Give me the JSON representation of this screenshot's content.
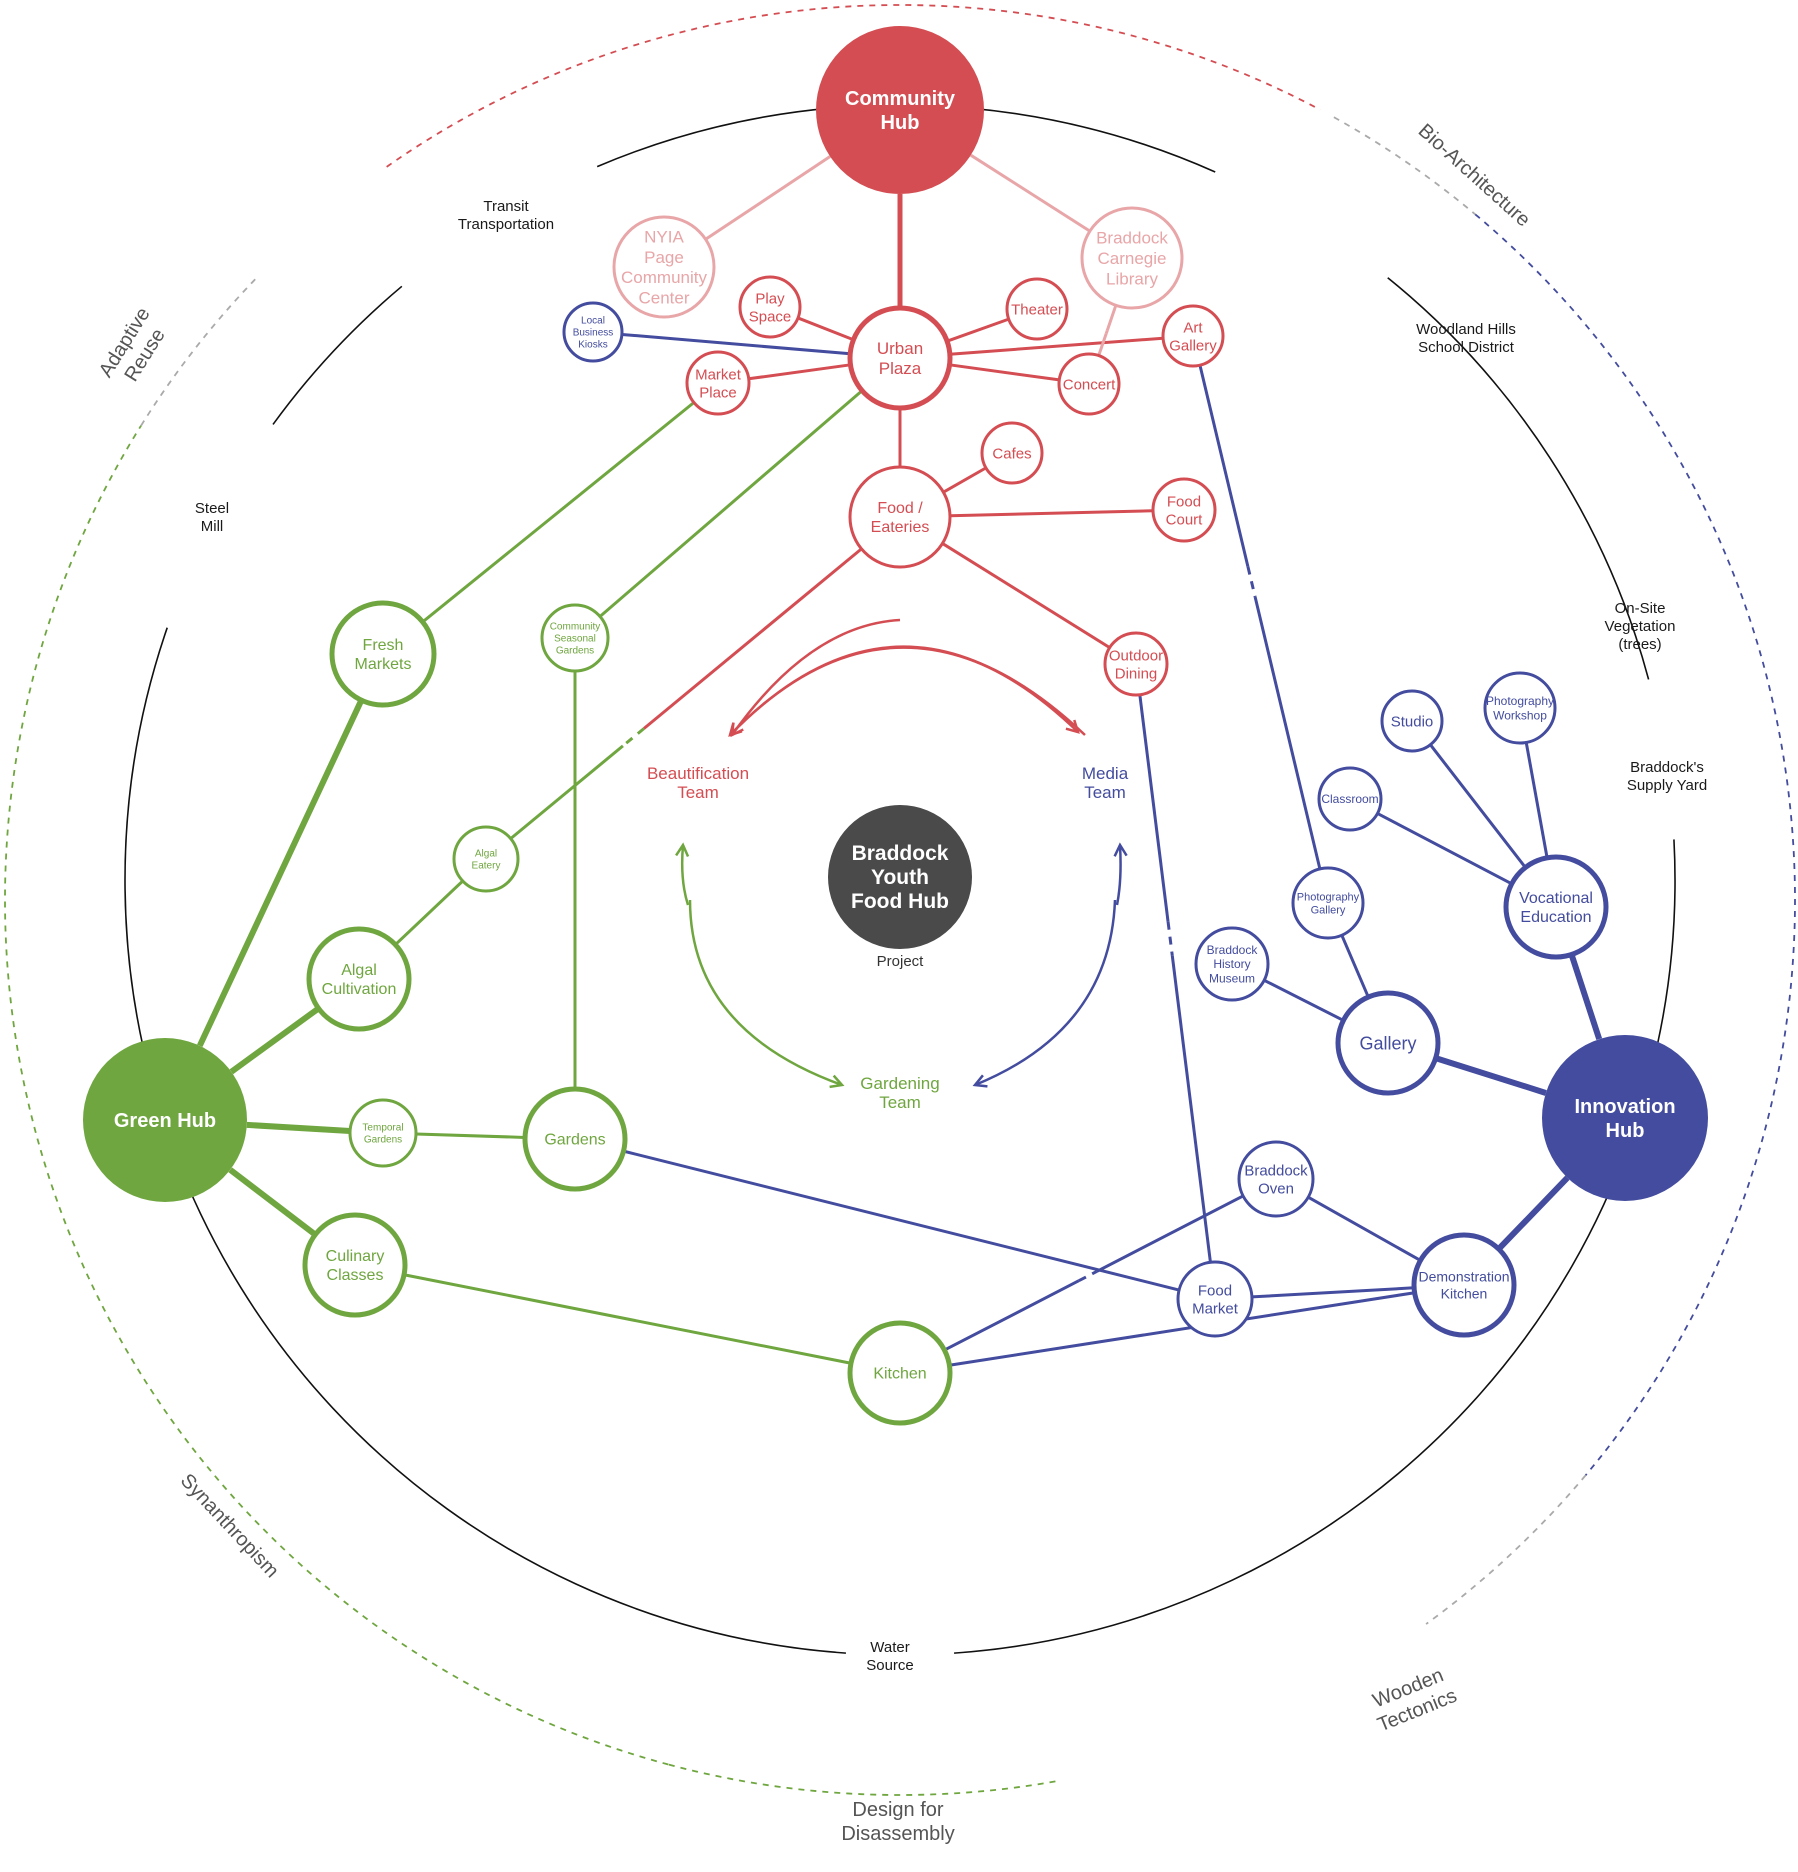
{
  "colors": {
    "community": "#d44d52",
    "community_light": "#e8a6a8",
    "green": "#6fa63f",
    "innovation": "#434c9e",
    "center": "#4a4a4a",
    "muted": "#aaaaaa",
    "ring": "#111111"
  },
  "center": {
    "title": [
      "Braddock",
      "Youth",
      "Food Hub"
    ],
    "subtitle": "Project"
  },
  "hubs": [
    {
      "id": "community",
      "lines": [
        "Community",
        "Hub"
      ]
    },
    {
      "id": "green",
      "lines": [
        "Green Hub"
      ]
    },
    {
      "id": "innovation",
      "lines": [
        "Innovation",
        "Hub"
      ]
    }
  ],
  "teams": [
    {
      "id": "beautification",
      "lines": [
        "Beautification",
        "Team"
      ]
    },
    {
      "id": "media",
      "lines": [
        "Media",
        "Team"
      ]
    },
    {
      "id": "gardening",
      "lines": [
        "Gardening",
        "Team"
      ]
    }
  ],
  "nodes": [
    {
      "id": "urban_plaza",
      "lines": [
        "Urban",
        "Plaza"
      ]
    },
    {
      "id": "nyia",
      "lines": [
        "NYIA",
        "Page",
        "Community",
        "Center"
      ]
    },
    {
      "id": "library",
      "lines": [
        "Braddock",
        "Carnegie",
        "Library"
      ]
    },
    {
      "id": "play_space",
      "lines": [
        "Play",
        "Space"
      ]
    },
    {
      "id": "theater",
      "lines": [
        "Theater"
      ]
    },
    {
      "id": "art_gallery",
      "lines": [
        "Art",
        "Gallery"
      ]
    },
    {
      "id": "kiosks",
      "lines": [
        "Local",
        "Business",
        "Kiosks"
      ]
    },
    {
      "id": "market_place",
      "lines": [
        "Market",
        "Place"
      ]
    },
    {
      "id": "concert",
      "lines": [
        "Concert"
      ]
    },
    {
      "id": "cafes",
      "lines": [
        "Cafes"
      ]
    },
    {
      "id": "food_eateries",
      "lines": [
        "Food /",
        "Eateries"
      ]
    },
    {
      "id": "food_court",
      "lines": [
        "Food",
        "Court"
      ]
    },
    {
      "id": "outdoor_dining",
      "lines": [
        "Outdoor",
        "Dining"
      ]
    },
    {
      "id": "fresh_markets",
      "lines": [
        "Fresh",
        "Markets"
      ]
    },
    {
      "id": "community_gardens",
      "lines": [
        "Community",
        "Seasonal",
        "Gardens"
      ]
    },
    {
      "id": "algal_eatery",
      "lines": [
        "Algal",
        "Eatery"
      ]
    },
    {
      "id": "algal_cultivation",
      "lines": [
        "Algal",
        "Cultivation"
      ]
    },
    {
      "id": "temporal_gardens",
      "lines": [
        "Temporal",
        "Gardens"
      ]
    },
    {
      "id": "gardens",
      "lines": [
        "Gardens"
      ]
    },
    {
      "id": "culinary_classes",
      "lines": [
        "Culinary",
        "Classes"
      ]
    },
    {
      "id": "kitchen",
      "lines": [
        "Kitchen"
      ]
    },
    {
      "id": "studio",
      "lines": [
        "Studio"
      ]
    },
    {
      "id": "photo_workshop",
      "lines": [
        "Photography",
        "Workshop"
      ]
    },
    {
      "id": "classroom",
      "lines": [
        "Classroom"
      ]
    },
    {
      "id": "vocational",
      "lines": [
        "Vocational",
        "Education"
      ]
    },
    {
      "id": "photo_gallery",
      "lines": [
        "Photography",
        "Gallery"
      ]
    },
    {
      "id": "history_museum",
      "lines": [
        "Braddock",
        "History",
        "Museum"
      ]
    },
    {
      "id": "gallery",
      "lines": [
        "Gallery"
      ]
    },
    {
      "id": "braddock_oven",
      "lines": [
        "Braddock",
        "Oven"
      ]
    },
    {
      "id": "demo_kitchen",
      "lines": [
        "Demonstration",
        "Kitchen"
      ]
    },
    {
      "id": "food_market",
      "lines": [
        "Food",
        "Market"
      ]
    }
  ],
  "ring_labels": [
    {
      "id": "transit",
      "lines": [
        "Transit",
        "Transportation"
      ]
    },
    {
      "id": "woodland",
      "lines": [
        "Woodland Hills",
        "School District"
      ]
    },
    {
      "id": "steel_mill",
      "lines": [
        "Steel",
        "Mill"
      ]
    },
    {
      "id": "vegetation",
      "lines": [
        "On-Site",
        "Vegetation",
        "(trees)"
      ]
    },
    {
      "id": "supply_yard",
      "lines": [
        "Braddock's",
        "Supply Yard"
      ]
    },
    {
      "id": "water",
      "lines": [
        "Water",
        "Source"
      ]
    }
  ],
  "outer_labels": [
    {
      "id": "adaptive_reuse",
      "lines": [
        "Adaptive",
        "Reuse"
      ]
    },
    {
      "id": "bio_architecture",
      "lines": [
        "Bio-Architecture"
      ]
    },
    {
      "id": "synanthropism",
      "lines": [
        "Synanthropism"
      ]
    },
    {
      "id": "wooden_tectonics",
      "lines": [
        "Wooden",
        "Tectonics"
      ]
    },
    {
      "id": "design_disassembly",
      "lines": [
        "Design for",
        "Disassembly"
      ]
    }
  ]
}
